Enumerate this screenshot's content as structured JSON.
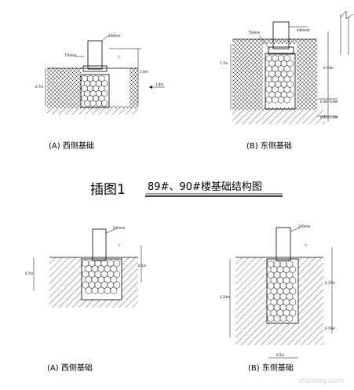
{
  "figure": {
    "title": "插图1",
    "subtitle": "89#、90#楼基础结构图"
  },
  "panels": {
    "top_left": {
      "caption": "(A)  西侧基础",
      "wall_label": "240mm",
      "base_label": "750mm",
      "dim_right": "1.4m",
      "dim_left": "0.7m",
      "arrow_label": "1.8m",
      "level_mark": "▽"
    },
    "top_right": {
      "caption": "(B)  东侧基础",
      "wall_label": "240mm",
      "base_label": "750mm",
      "dim_left": "1.7m",
      "dim_right": "0.73m",
      "level_mid": "0.40~0.8m",
      "level_low": "0.40~1.8m",
      "level_mark": "▽"
    },
    "bottom_left": {
      "caption": "(A)  西侧基础",
      "wall_label": "240mm",
      "dim_left": "0.7m",
      "dim_right": "0.5m",
      "level_mark": "▽"
    },
    "bottom_right": {
      "caption": "(B)  东侧基础",
      "wall_label": "240mm",
      "dim_left": "2.10m",
      "dim_right": "2.37m",
      "dim_bottom_right": "0.70m",
      "dim_width": "0.5m",
      "level_mark": "▽"
    }
  },
  "watermark": "zhulong.com"
}
